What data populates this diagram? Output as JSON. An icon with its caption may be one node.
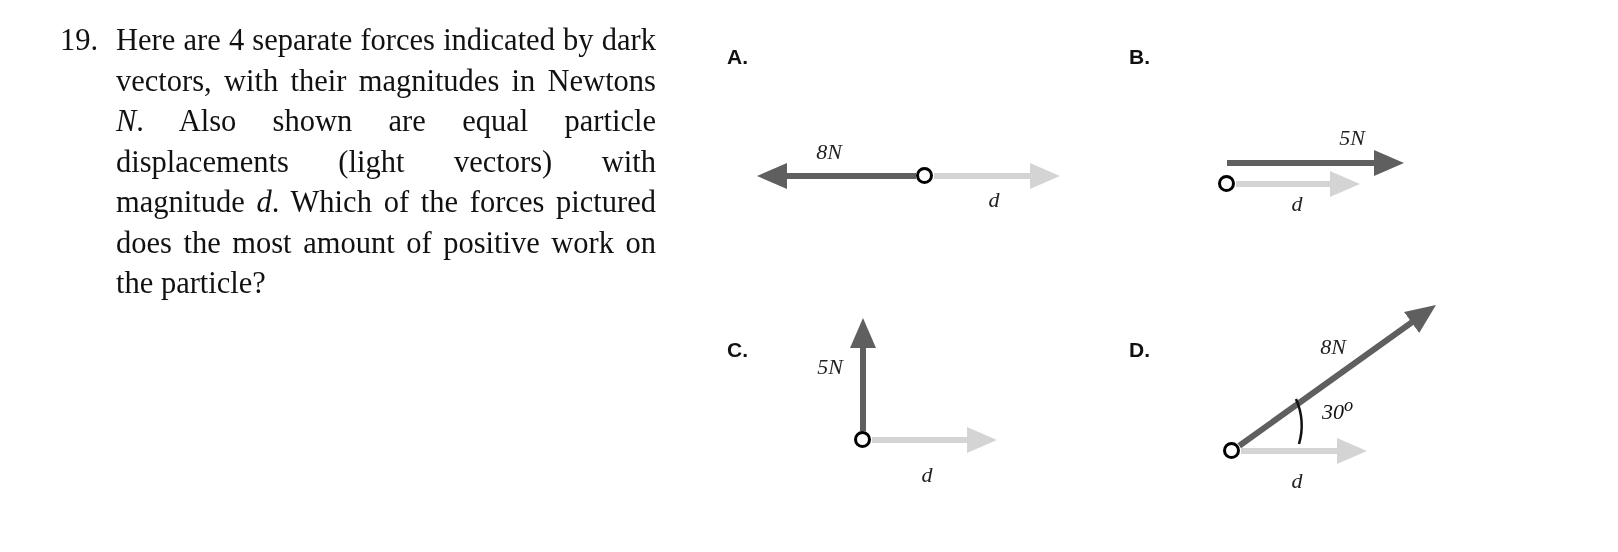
{
  "diagram": {
    "nodes": [
      {
        "text": [],
        "shape": "circle"
      },
      {
        "text": [],
        "shape": "circle"
      },
      {
        "text": [],
        "shape": "circle"
      },
      {
        "text": [],
        "shape": "circle"
      }
    ],
    "edges": [
      {
        "from": 0,
        "to": null,
        "arrow": "to",
        "label": "8N"
      },
      {
        "from": 0,
        "to": null,
        "arrow": "to",
        "label": "d",
        "color": "#d4d4d4"
      },
      {
        "from": 1,
        "to": null,
        "arrow": "to",
        "label": "5N"
      },
      {
        "from": 1,
        "to": null,
        "arrow": "to",
        "label": "d",
        "color": "#d4d4d4"
      },
      {
        "from": 2,
        "to": null,
        "arrow": "to",
        "label": "5N"
      },
      {
        "from": 2,
        "to": null,
        "arrow": "to",
        "label": "d",
        "color": "#d4d4d4"
      },
      {
        "from": 3,
        "to": null,
        "arrow": "to",
        "label": "8N"
      },
      {
        "from": 3,
        "to": null,
        "arrow": "to",
        "label": "d",
        "color": "#d4d4d4"
      }
    ],
    "labels": [
      "19.",
      "Here are 4 separate forces indicated by dark vectors, with their magnitudes in Newtons *N*. Also shown are equal particle displacements (light vectors) with magnitude *d*. Which of the forces pictured does the most amount of positive work on the particle?",
      "A.",
      "B.",
      "C.",
      "D.",
      "30$^{o}$"
    ]
  }
}
